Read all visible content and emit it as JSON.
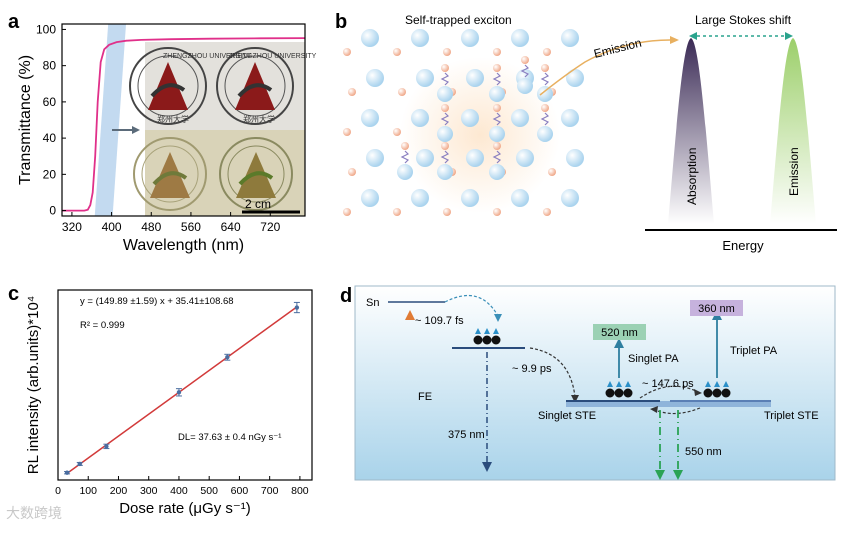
{
  "panels": {
    "a": {
      "letter": "a"
    },
    "b": {
      "letter": "b"
    },
    "c": {
      "letter": "c"
    },
    "d": {
      "letter": "d"
    }
  },
  "chart_data": [
    {
      "id": "a",
      "type": "line",
      "xlabel": "Wavelength (nm)",
      "ylabel": "Transmittance (%)",
      "xlim": [
        300,
        790
      ],
      "ylim": [
        -3,
        103
      ],
      "xticks": [
        320,
        400,
        480,
        560,
        640,
        720
      ],
      "yticks": [
        0,
        20,
        40,
        60,
        80,
        100
      ],
      "x": [
        300,
        345,
        352,
        357,
        362,
        367,
        372,
        378,
        385,
        395,
        410,
        430,
        460,
        520,
        600,
        700,
        790
      ],
      "y": [
        0,
        0,
        0.5,
        3,
        10,
        30,
        60,
        82,
        89,
        91.5,
        93,
        93.8,
        94.2,
        94.6,
        94.9,
        95.1,
        95.2
      ],
      "highlight_band": [
        366,
        402
      ],
      "line_color": "#e0308a",
      "band_color": "#bcd6ee",
      "inset_scale_label": "2 cm",
      "seal_text_top": "ZHENGZHOU UNIVERSITY",
      "seal_text_bottom": "郑州大学"
    },
    {
      "id": "c",
      "type": "scatter",
      "xlabel": "Dose rate (μGy s⁻¹)",
      "ylabel": "RL intensity (arb.units)*10⁴",
      "xlim": [
        0,
        840
      ],
      "ylim": [
        0,
        13
      ],
      "xticks": [
        0,
        100,
        200,
        300,
        400,
        500,
        600,
        700,
        800
      ],
      "x": [
        30,
        72,
        160,
        400,
        560,
        790
      ],
      "y": [
        0.5,
        1.1,
        2.3,
        6.0,
        8.4,
        11.8
      ],
      "errors": [
        0.08,
        0.1,
        0.15,
        0.25,
        0.2,
        0.35
      ],
      "fit": {
        "slope": 149.89,
        "intercept": 35.41,
        "x_range": [
          30,
          790
        ],
        "scale": 0.0001
      },
      "line_color": "#d23a3a",
      "equation": "y = (149.89 ±1.59) x + 35.41±108.68",
      "r2": "R² = 0.999",
      "detection_limit": "DL= 37.63 ± 0.4 nGy s⁻¹"
    }
  ],
  "panel_b": {
    "lattice_label": "Self-trapped exciton",
    "emission_arrow_label": "Emission",
    "stokes_label": "Large Stokes shift",
    "absorption_label": "Absorption",
    "emission_label": "Emission",
    "axis_label": "Energy"
  },
  "panel_d": {
    "sn_label": "Sn",
    "t1": "~ 109.7 fs",
    "t2": "~ 9.9 ps",
    "t3": "~ 147.6 ps",
    "fe_label": "FE",
    "nm375": "375 nm",
    "singlet_ste": "Singlet STE",
    "triplet_ste": "Triplet STE",
    "nm550": "550 nm",
    "singlet_pa": "Singlet PA",
    "triplet_pa": "Triplet PA",
    "box520": "520 nm",
    "box360": "360 nm"
  },
  "watermark": "大数跨境"
}
